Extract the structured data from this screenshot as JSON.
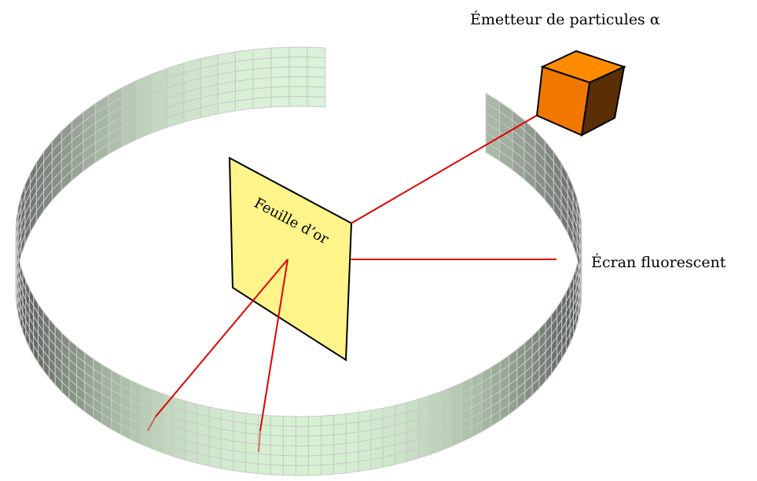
{
  "labels": {
    "emitter": "Émetteur de particules α",
    "screen": "Écran fluorescent",
    "foil": "Feuille d’or"
  },
  "colors": {
    "screen_fill_light": "#d4f0d0",
    "screen_fill_dark": "#4a4a4a",
    "screen_grid": "#c9c9c9",
    "foil_fill": "#fff48a",
    "cube_front": "#f07800",
    "cube_top": "#ff8c00",
    "cube_side": "#5a2f05",
    "ray": "#e00000",
    "outline": "#000000"
  }
}
